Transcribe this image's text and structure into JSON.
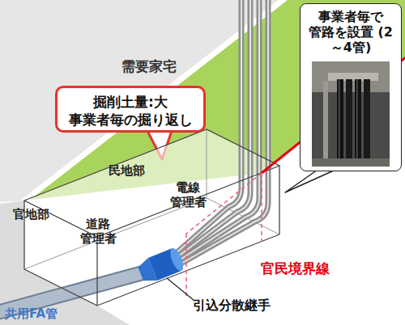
{
  "diagram": {
    "nodes": [
      {
        "text": [
          "掘削土量:大 事業者毎の掘り返し"
        ]
      },
      {
        "text": [
          "事業者毎で 管路を設置 (2～4管)"
        ]
      }
    ],
    "labels": [
      "需要家宅",
      "民地部",
      "電線 管理者",
      "官地部",
      "道路 管理者",
      "官民境界線",
      "引込分散継手",
      "共用FA管"
    ]
  }
}
